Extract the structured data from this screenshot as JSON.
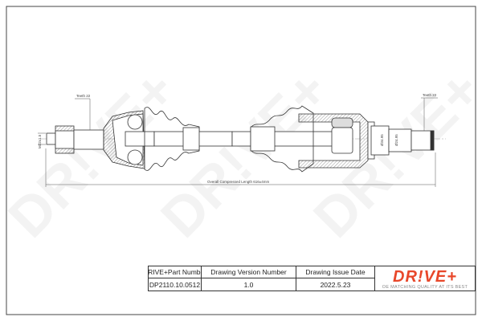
{
  "drawing": {
    "labels": {
      "teeth_left": "Teeth 22",
      "teeth_right": "Teeth 22",
      "thread": "M22x1.5",
      "dia_1": "Ø34.95",
      "dia_2": "Ø24.95",
      "overall_length": "Overall  Compressed  Length 616±4mm"
    },
    "watermark": "DR!VE+"
  },
  "title_block": {
    "headers": [
      "DRIVE+Part Number",
      "Drawing Version Number",
      "Drawing Issue Date"
    ],
    "values": [
      "DP2110.10.0512",
      "1.0",
      "2022.5.23"
    ]
  },
  "logo": {
    "text": "DR!VE+",
    "tagline": "OE MATCHING QUALITY AT ITS BEST",
    "color": "#e8472a"
  }
}
